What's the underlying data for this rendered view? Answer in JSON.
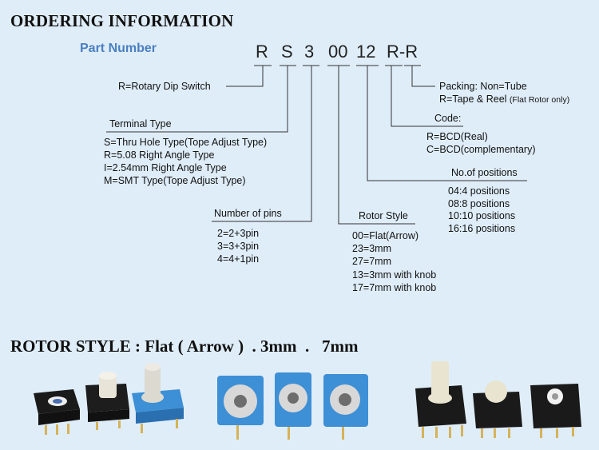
{
  "headings": {
    "ordering": "ORDERING  INFORMATION",
    "rotor_style": "ROTOR STYLE : Flat ( Arrow )  . 3mm  .   7mm"
  },
  "part_number": {
    "label": "Part Number",
    "segments": [
      "R",
      "S",
      "3",
      "00",
      "12",
      "R-R"
    ]
  },
  "rotary": {
    "text": "R=Rotary Dip Switch"
  },
  "terminal": {
    "title": "Terminal Type",
    "items": [
      "S=Thru Hole Type(Tope Adjust Type)",
      "R=5.08 Right  Angle Type",
      "I=2.54mm Right Angle Type",
      "M=SMT Type(Tope Adjust Type)"
    ]
  },
  "pins": {
    "title": "Number of pins",
    "items": [
      "2=2+3pin",
      "3=3+3pin",
      "4=4+1pin"
    ]
  },
  "rotor": {
    "title": "Rotor Style",
    "items": [
      "00=Flat(Arrow)",
      "23=3mm",
      "27=7mm",
      "13=3mm  with knob",
      "17=7mm with knob"
    ]
  },
  "positions": {
    "title": "No.of positions",
    "items": [
      "04:4 positions",
      "08:8 positions",
      "10:10 positions",
      "16:16 positions"
    ]
  },
  "code": {
    "title": "Code:",
    "items": [
      "R=BCD(Real)",
      "C=BCD(complementary)"
    ]
  },
  "packing": {
    "line1": "Packing: Non=Tube",
    "line2": "R=Tape & Reel",
    "line2_note": "(Flat Rotor only)"
  },
  "colors": {
    "background": "#dfedf8",
    "part_label": "#4a7fc1",
    "switch_blue": "#3d8fd6",
    "switch_black": "#1a1a1a",
    "rotor_knob": "#e8e4d8"
  },
  "icons": [
    "rotary-dip-switch-flat-icon",
    "rotary-dip-switch-3mm-icon",
    "rotary-dip-switch-7mm-icon"
  ]
}
